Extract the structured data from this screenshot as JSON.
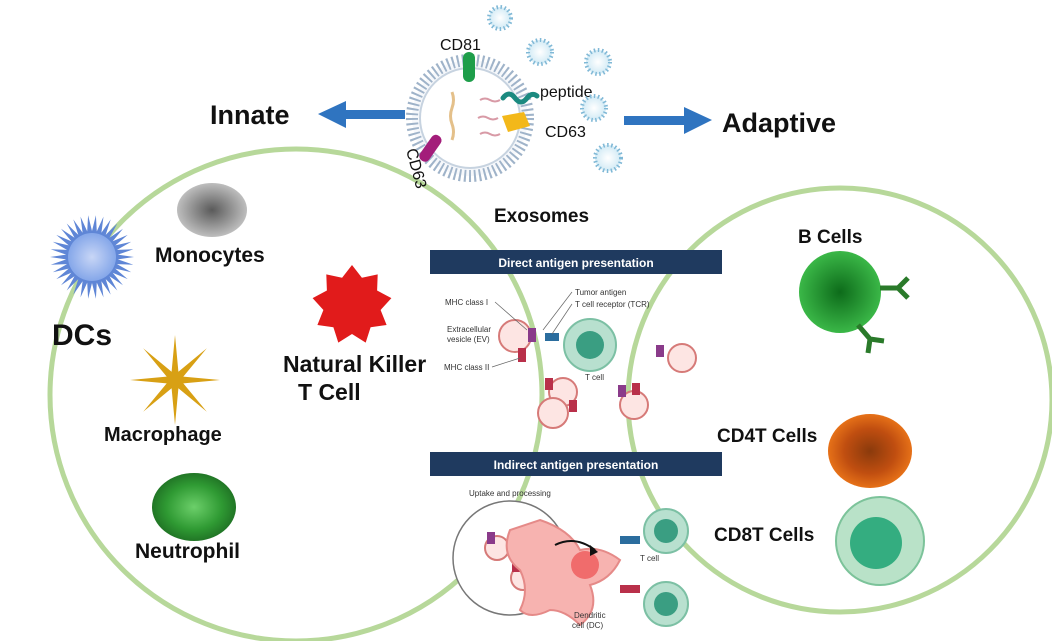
{
  "title": "Exosomes",
  "left_arrow_label": "Innate",
  "right_arrow_label": "Adaptive",
  "vesicle": {
    "markers": [
      "CD81",
      "peptide",
      "CD63",
      "CD63"
    ]
  },
  "innate_cells": {
    "dcs": "DCs",
    "monocytes": "Monocytes",
    "macrophage": "Macrophage",
    "neutrophil": "Neutrophil",
    "nk_line1": "Natural Killer",
    "nk_line2": "T Cell"
  },
  "adaptive_cells": {
    "b_cells": "B Cells",
    "cd4": "CD4T Cells",
    "cd8": "CD8T Cells"
  },
  "direct_panel": {
    "header": "Direct antigen presentation",
    "mhc1": "MHC class I",
    "tumor_antigen": "Tumor antigen",
    "tcr": "T cell receptor (TCR)",
    "ev_line1": "Extracellular",
    "ev_line2": "vesicle (EV)",
    "mhc2": "MHC class II",
    "t_cell": "T cell"
  },
  "indirect_panel": {
    "header": "Indirect antigen presentation",
    "uptake": "Uptake and processing",
    "t_cell": "T cell",
    "dc_line1": "Dendritic",
    "dc_line2": "cell (DC)"
  },
  "colors": {
    "circle_border": "#b7d89a",
    "header_bg": "#1f3a5f",
    "arrow": "#2f74c0",
    "nk_red": "#e11b1b",
    "macrophage_gold": "#d8a014",
    "dc_blue": "#7ea2e8",
    "neutrophil_green": "#2f9a33",
    "b_cell_green": "#2aa23a",
    "cd4_orange": "#ee6a12",
    "cd8_green": "#9fd4b4"
  }
}
